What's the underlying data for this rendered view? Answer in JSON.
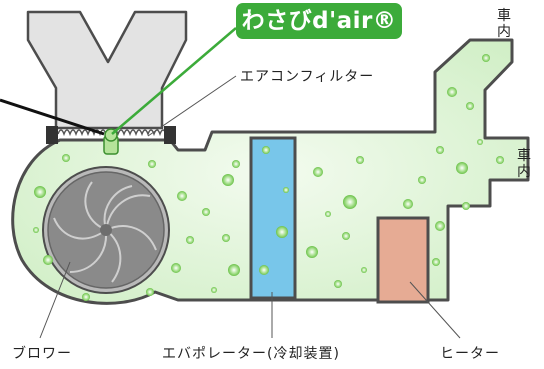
{
  "badge": {
    "text": "わさびd'air®",
    "color": "#3cab3a"
  },
  "labels": {
    "air_filter": "エアコンフィルター",
    "blower": "ブロワー",
    "evaporator": "エバポレーター(冷却装置)",
    "heater": "ヒーター",
    "cabin_top": "車内",
    "cabin_right": "車内"
  },
  "colors": {
    "duct_fill": "#e4f5dc",
    "duct_outline": "#4d4d4d",
    "evaporator": "#78c6ea",
    "heater": "#e6ab94",
    "housing": "#e3e3e3",
    "fan": "#8a8a8a",
    "bubble": "#7fcf60"
  }
}
